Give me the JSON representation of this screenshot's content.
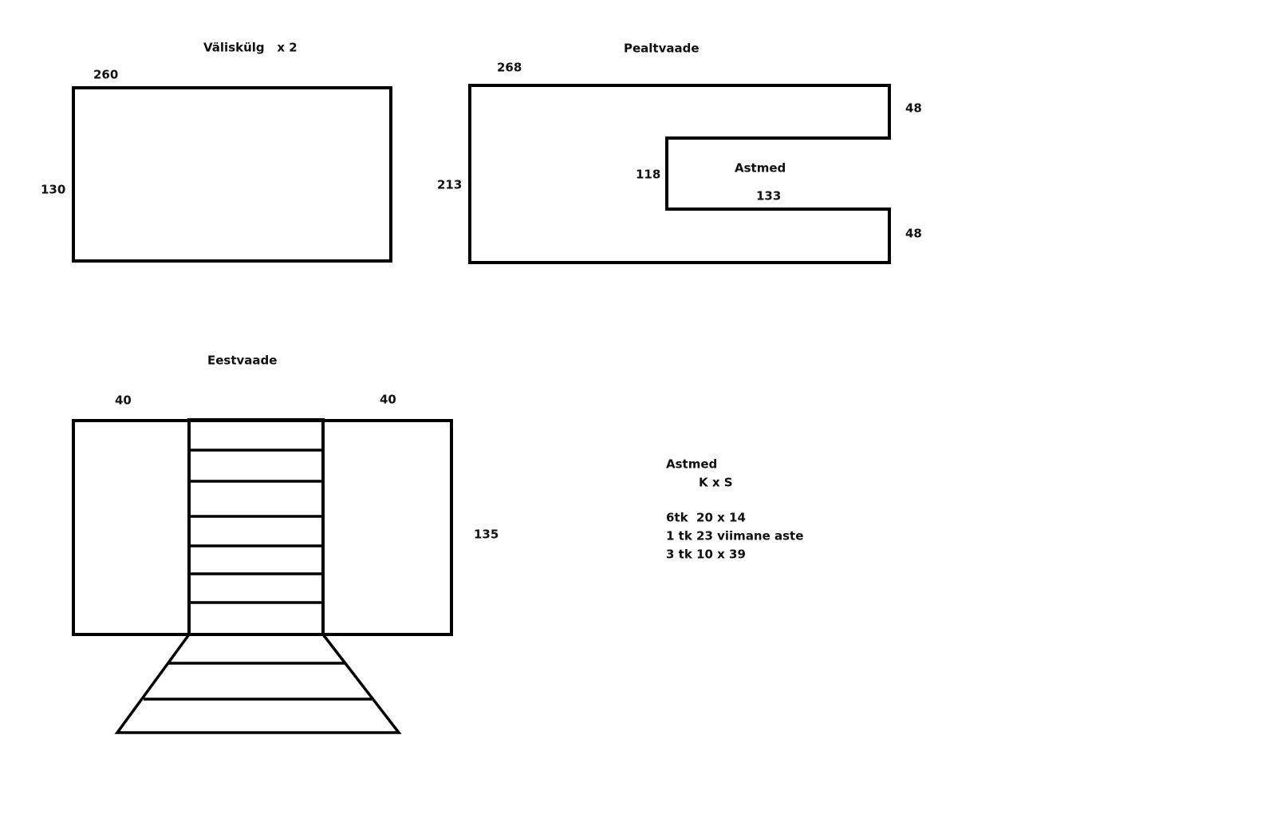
{
  "outer_side": {
    "title": "Väliskülg   x 2",
    "width_label": "260",
    "height_label": "130"
  },
  "top_view": {
    "title": "Pealtvaade",
    "width_label": "268",
    "height_label": "213",
    "arm_top_label": "48",
    "arm_bottom_label": "48",
    "gap_height_label": "118",
    "gap_label": "Astmed",
    "gap_depth_label": "133"
  },
  "front_view": {
    "title": "Eestvaade",
    "left_label": "40",
    "right_label": "40",
    "height_label": "135"
  },
  "steps_notes": {
    "title": "Astmed",
    "subtitle": "K x S",
    "lines": [
      "6tk  20 x 14",
      "1 tk 23 viimane aste",
      "3 tk 10 x 39"
    ]
  }
}
